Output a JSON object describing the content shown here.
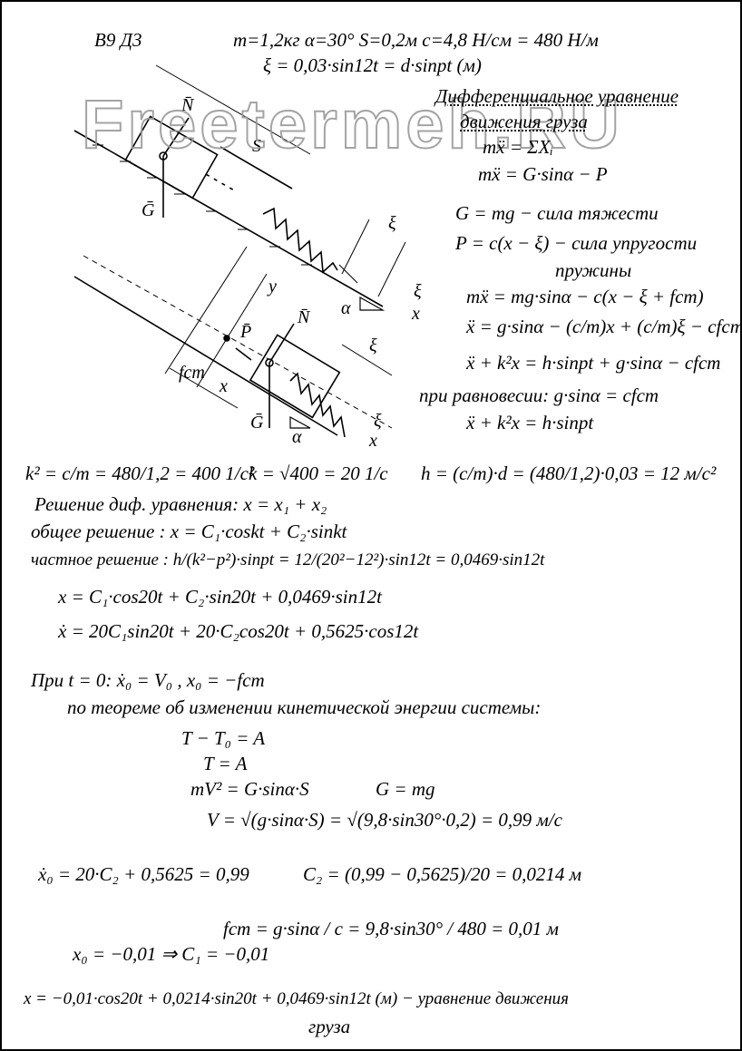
{
  "header": {
    "variant": "В9 Д3",
    "given": "m=1,2кг   α=30°   S=0,2м   c=4,8 Н/см = 480 Н/м",
    "excitation": "ξ = 0,03·sin12t = d·sinpt (м)"
  },
  "watermark": "Freetermeh.RU",
  "diagram_labels": {
    "N": "N̄",
    "S": "S",
    "G": "Ḡ",
    "xi": "ξ",
    "alpha": "α",
    "x": "x",
    "y": "y",
    "P": "P̄",
    "fst": "fст"
  },
  "right_column": [
    "Дифференциальное уравнение",
    "движения груза",
    "mẍ = ΣXᵢ",
    "mẍ = G·sinα − P",
    "G = mg − сила тяжести",
    "P = c(x − ξ) − сила упругости",
    "пружины",
    "mẍ = mg·sinα − c(x − ξ + fст)",
    "ẍ = g·sinα − (c/m)x + (c/m)ξ − cfст",
    "ẍ + k²x = h·sinpt + g·sinα − cfст",
    "при равновесии:  g·sinα = cfст",
    "ẍ + k²x = h·sinpt"
  ],
  "solution": {
    "k2": "k² = c/m = 480/1,2 = 400 1/c²",
    "k": "k = √400 = 20 1/c",
    "h": "h = (c/m)·d = (480/1,2)·0,03 = 12 м/с²",
    "l1": "Решение диф. уравнения:   x = x₁ + x₂",
    "l2": "общее решение :   x = C₁·coskt + C₂·sinkt",
    "l3": "частное решение :   h/(k²−p²)·sinpt = 12/(20²−12²)·sin12t = 0,0469·sin12t",
    "l4": "x = C₁·cos20t + C₂·sin20t + 0,0469·sin12t",
    "l5": "ẋ = 20C₁sin20t + 20·C₂cos20t + 0,5625·cos12t",
    "l6": "При  t = 0:   ẋ₀ = V₀ ,   x₀ = −fст",
    "l7": "по теореме об изменении кинетической энергии системы:",
    "l8": "T − T₀ = A",
    "l9": "T = A",
    "l10": "mV² = G·sinα·S",
    "l10b": "G = mg",
    "l11": "V = √(g·sinα·S) = √(9,8·sin30°·0,2) = 0,99 м/с",
    "l12": "ẋ₀ = 20·C₂ + 0,5625 = 0,99",
    "l12b": "C₂ = (0,99 − 0,5625)/20 = 0,0214 м",
    "l13": "fст = g·sinα / c = 9,8·sin30° / 480 = 0,01 м",
    "l14": "x₀ = −0,01  ⇒  C₁ = −0,01",
    "l15": "x = −0,01·cos20t + 0,0214·sin20t + 0,0469·sin12t (м) − уравнение движения",
    "l16": "груза"
  }
}
